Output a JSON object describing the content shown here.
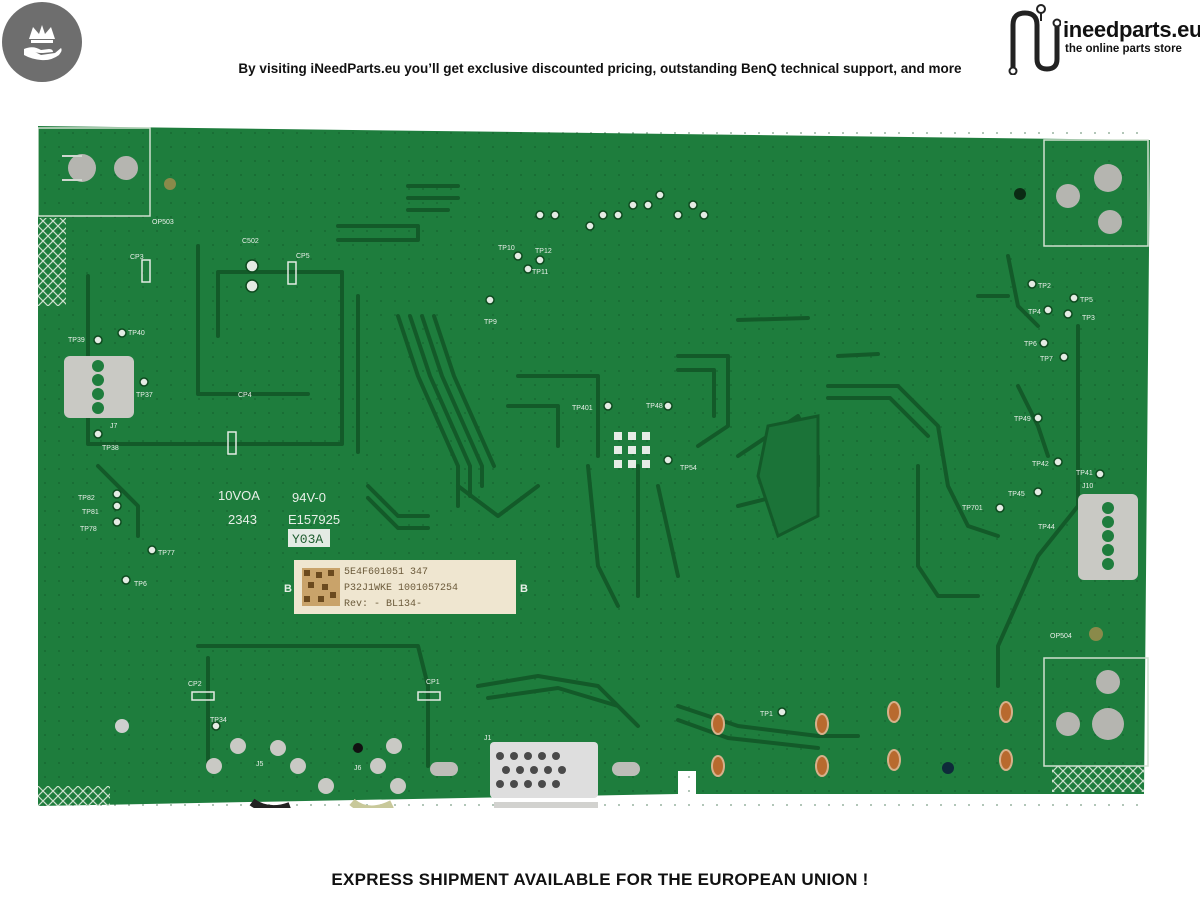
{
  "banner": {
    "top_text": "By visiting iNeedParts.eu you’ll get exclusive discounted pricing, outstanding BenQ technical support, and more",
    "bottom_text": "EXPRESS SHIPMENT AVAILABLE FOR THE EUROPEAN UNION !"
  },
  "brand": {
    "name": "ineedparts.eu",
    "tagline": "the online parts store"
  },
  "badge": {
    "icon": "crown-hand-icon"
  },
  "colors": {
    "pcb_green": "#1d7a3c",
    "trace_green": "#155f2c",
    "silkscreen": "#e8efe8",
    "badge_gray": "#6e6e6e",
    "label_paper": "#f1e9d6"
  },
  "board": {
    "marking_1": "10VOA",
    "marking_2": "94V-0",
    "marking_3": "2343",
    "marking_4": "E157925",
    "marking_5": "Y03A",
    "label_line_1": "5E4F601051   347",
    "label_line_2": "P32J1WKE  1001057254",
    "label_line_3": "Rev: -        BL134-",
    "label_side_left": "B",
    "label_side_right": "B",
    "test_points": [
      "TP10",
      "TP12",
      "TP11",
      "TP9",
      "TP39",
      "TP40",
      "TP37",
      "TP38",
      "J7",
      "TP82",
      "TP81",
      "TP78",
      "TP77",
      "TP6",
      "TP401",
      "TP48",
      "TP54",
      "TP2",
      "TP5",
      "TP4",
      "TP3",
      "TP6",
      "TP7",
      "TP49",
      "TP42",
      "TP41",
      "TP45",
      "TP44",
      "TP701",
      "J10",
      "TP1",
      "TP34",
      "J5",
      "J6",
      "J1",
      "CP1",
      "CP2",
      "CP3",
      "CP4",
      "CP5",
      "C502",
      "OP503",
      "OP504"
    ]
  }
}
